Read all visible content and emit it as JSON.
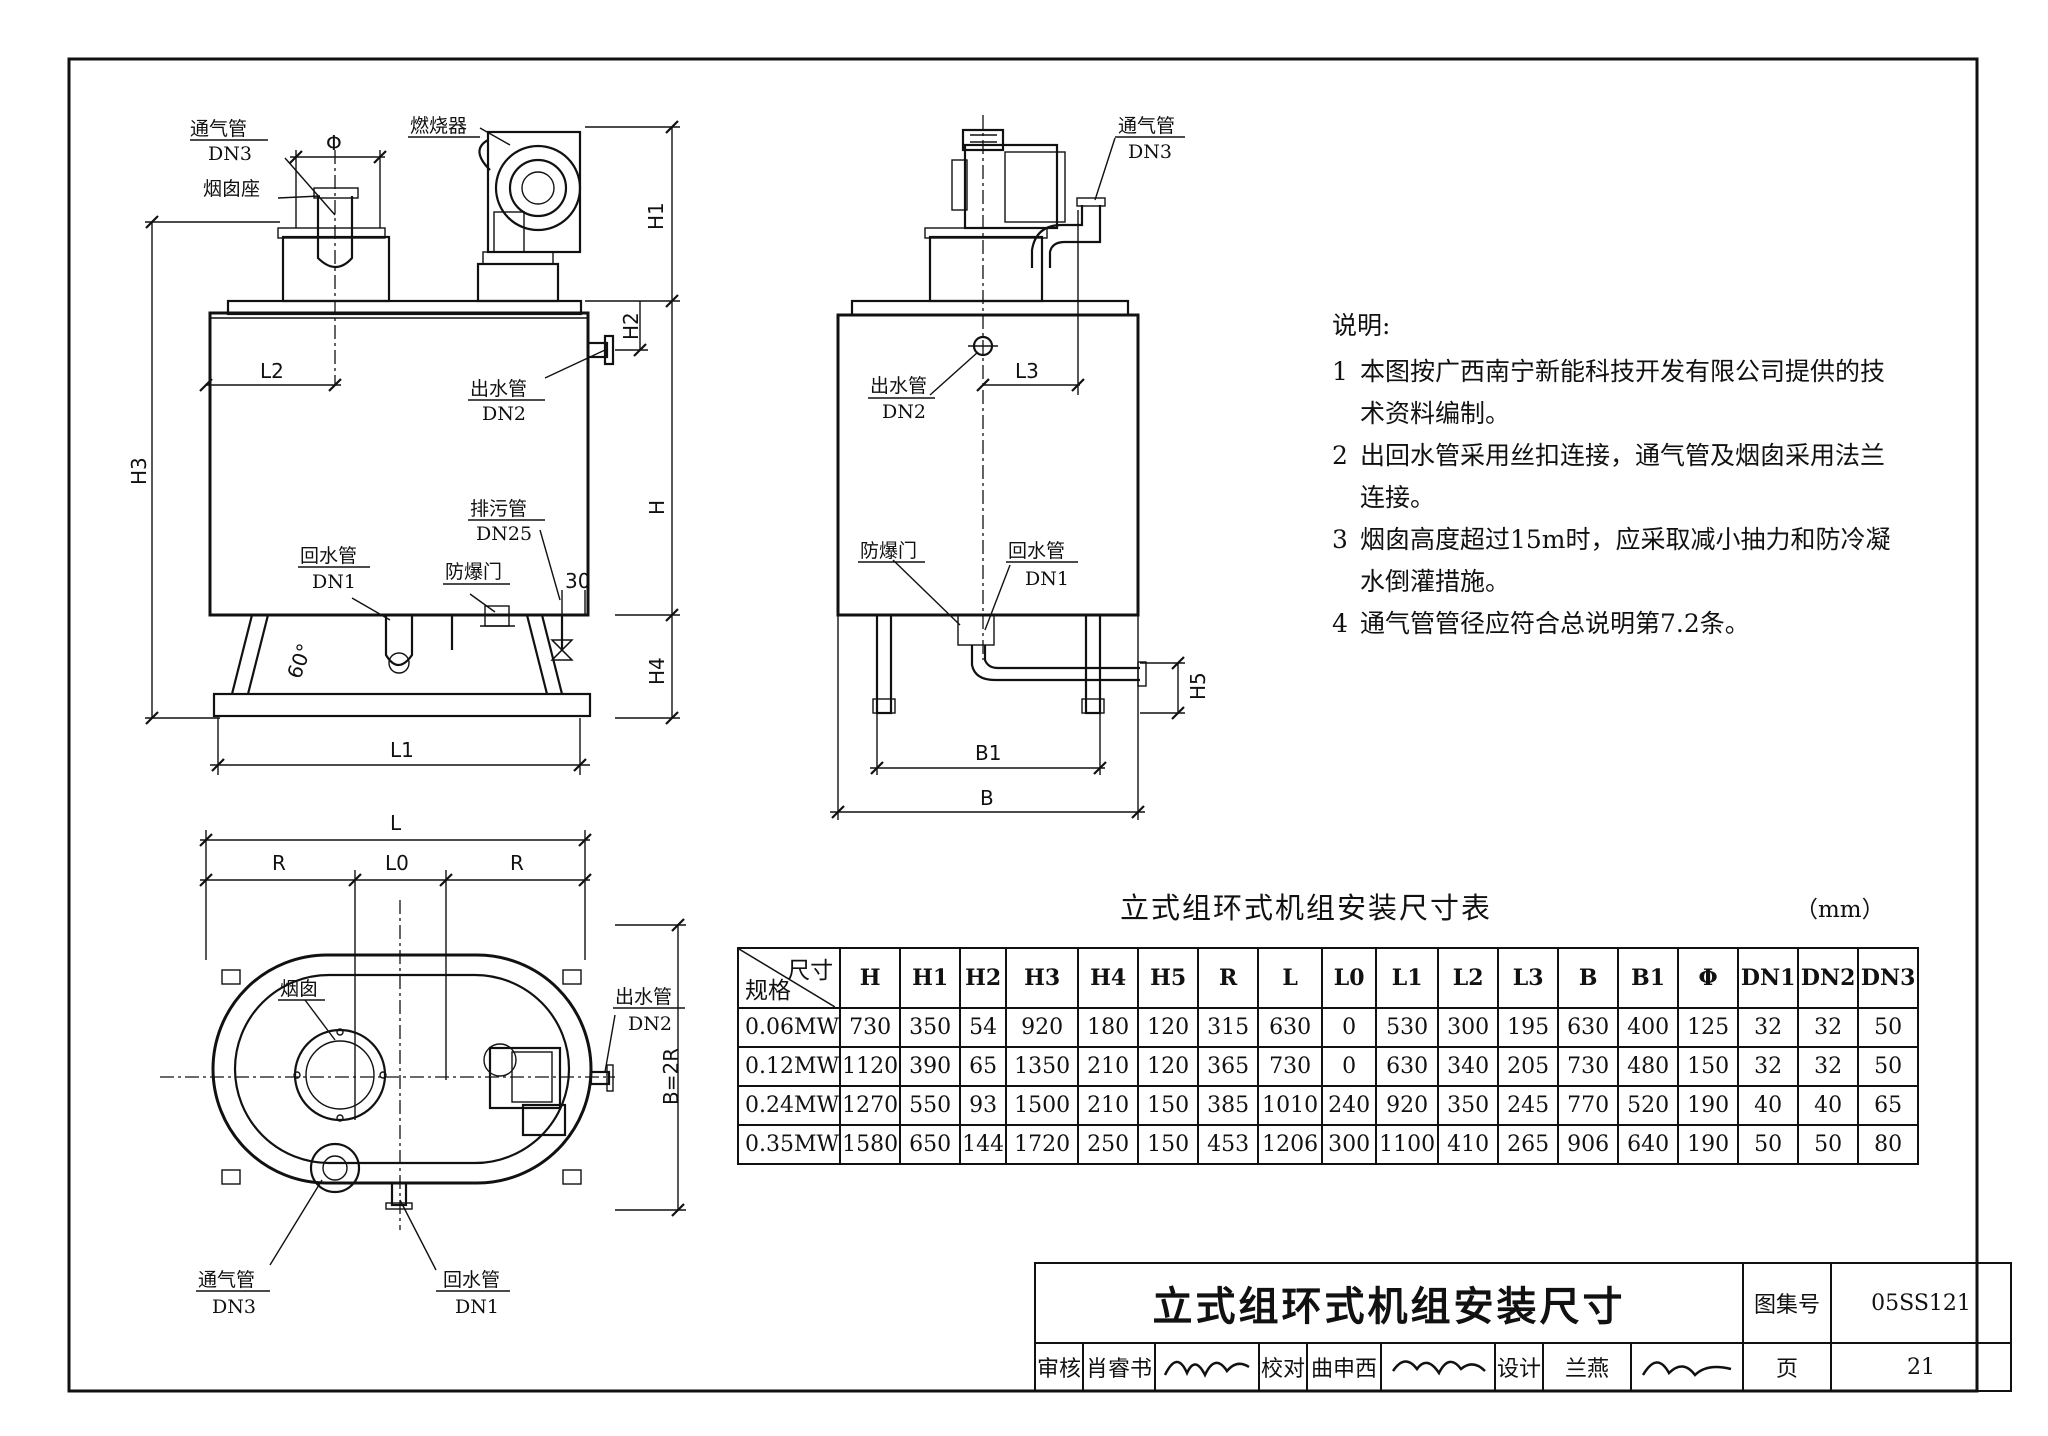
{
  "front_view": {
    "vent_label": "通气管",
    "vent_dn": "DN3",
    "phi": "Φ",
    "chimney_seat": "烟囱座",
    "burner": "燃烧器",
    "outlet_label": "出水管",
    "outlet_dn": "DN2",
    "drain_label": "排污管",
    "drain_dn": "DN25",
    "return_label": "回水管",
    "return_dn": "DN1",
    "explosion_door": "防爆门",
    "angle": "60°",
    "dim_30": "30",
    "H1": "H1",
    "H2": "H2",
    "H3": "H3",
    "H": "H",
    "H4": "H4",
    "L1": "L1",
    "L2": "L2"
  },
  "side_view": {
    "vent_label": "通气管",
    "vent_dn": "DN3",
    "outlet_label": "出水管",
    "outlet_dn": "DN2",
    "explosion_door": "防爆门",
    "return_label": "回水管",
    "return_dn": "DN1",
    "L3": "L3",
    "H5": "H5",
    "B1": "B1",
    "B": "B"
  },
  "top_view": {
    "L": "L",
    "R": "R",
    "L0": "L0",
    "chimney": "烟囱",
    "outlet_label": "出水管",
    "outlet_dn": "DN2",
    "B_eq": "B=2R",
    "vent_label": "通气管",
    "vent_dn": "DN3",
    "return_label": "回水管",
    "return_dn": "DN1"
  },
  "notes": {
    "heading": "说明:",
    "items": [
      {
        "num": "1",
        "text": "本图按广西南宁新能科技开发有限公司提供的技术资料编制。"
      },
      {
        "num": "2",
        "text": "出回水管采用丝扣连接，通气管及烟囱采用法兰连接。"
      },
      {
        "num": "3",
        "text": "烟囱高度超过15m时，应采取减小抽力和防冷凝水倒灌措施。"
      },
      {
        "num": "4",
        "text": "通气管管径应符合总说明第7.2条。"
      }
    ]
  },
  "table": {
    "title": "立式组环式机组安装尺寸表",
    "unit": "（mm）",
    "corner_top": "尺寸",
    "corner_bottom": "规格",
    "columns": [
      "H",
      "H1",
      "H2",
      "H3",
      "H4",
      "H5",
      "R",
      "L",
      "L0",
      "L1",
      "L2",
      "L3",
      "B",
      "B1",
      "Φ",
      "DN1",
      "DN2",
      "DN3"
    ],
    "rows": [
      {
        "spec": "0.06MW",
        "values": [
          "730",
          "350",
          "54",
          "920",
          "180",
          "120",
          "315",
          "630",
          "0",
          "530",
          "300",
          "195",
          "630",
          "400",
          "125",
          "32",
          "32",
          "50"
        ]
      },
      {
        "spec": "0.12MW",
        "values": [
          "1120",
          "390",
          "65",
          "1350",
          "210",
          "120",
          "365",
          "730",
          "0",
          "630",
          "340",
          "205",
          "730",
          "480",
          "150",
          "32",
          "32",
          "50"
        ]
      },
      {
        "spec": "0.24MW",
        "values": [
          "1270",
          "550",
          "93",
          "1500",
          "210",
          "150",
          "385",
          "1010",
          "240",
          "920",
          "350",
          "245",
          "770",
          "520",
          "190",
          "40",
          "40",
          "65"
        ]
      },
      {
        "spec": "0.35MW",
        "values": [
          "1580",
          "650",
          "144",
          "1720",
          "250",
          "150",
          "453",
          "1206",
          "300",
          "1100",
          "410",
          "265",
          "906",
          "640",
          "190",
          "50",
          "50",
          "80"
        ]
      }
    ]
  },
  "title_block": {
    "title": "立式组环式机组安装尺寸",
    "atlas_label": "图集号",
    "atlas_no": "05SS121",
    "review_label": "审核",
    "reviewer": "肖睿书",
    "check_label": "校对",
    "checker": "曲申西",
    "design_label": "设计",
    "designer": "兰燕",
    "page_label": "页",
    "page_no": "21"
  }
}
